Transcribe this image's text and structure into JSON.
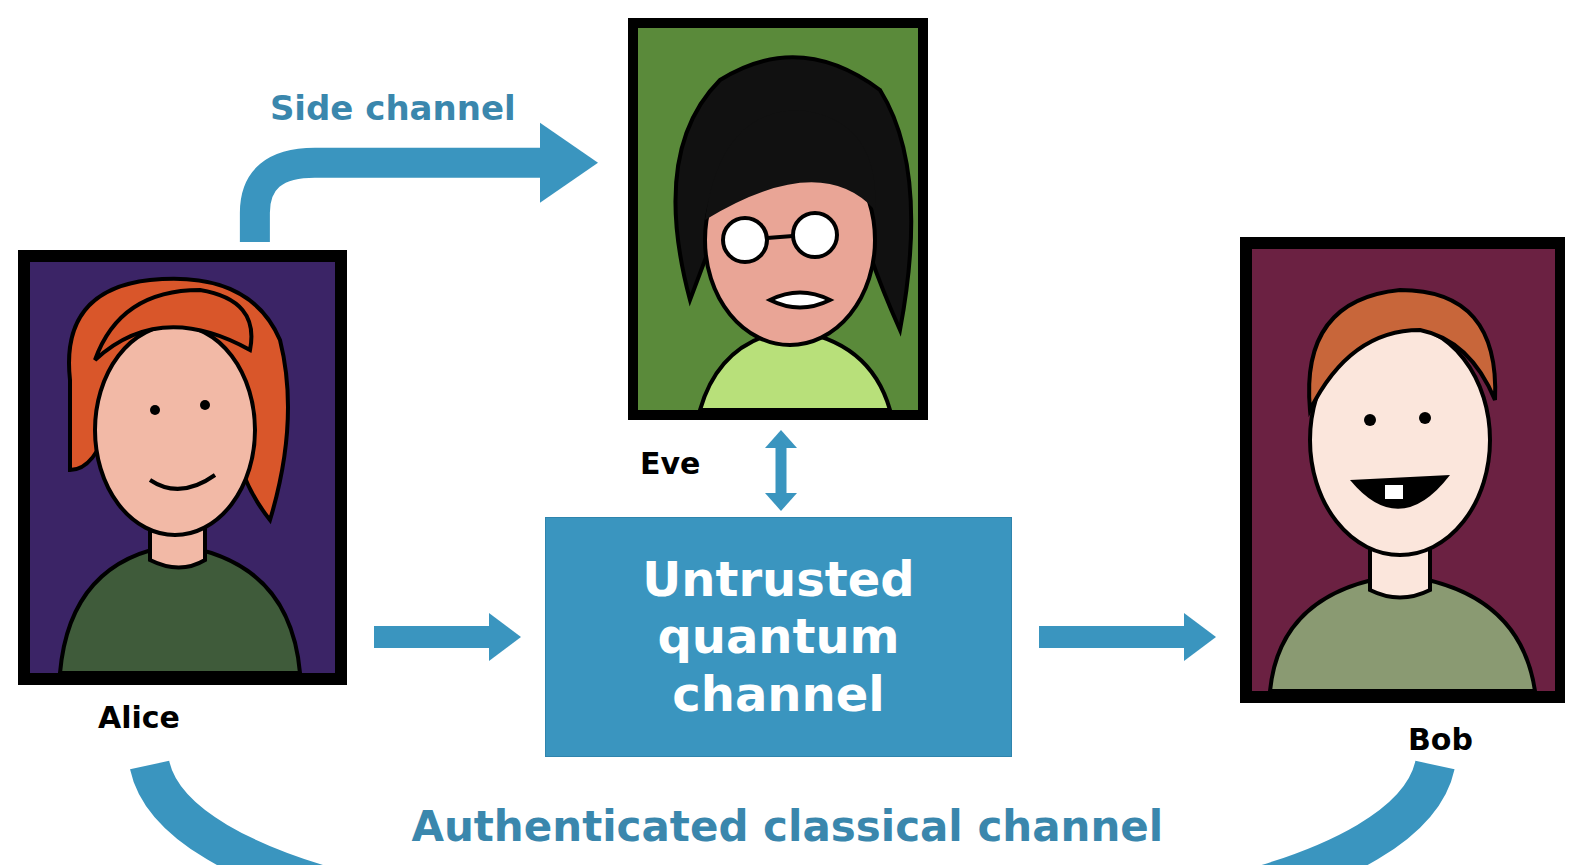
{
  "diagram": {
    "nodes": [
      {
        "text": [
          "Alice"
        ]
      },
      {
        "text": [
          "Eve"
        ]
      },
      {
        "text": [
          "Untrusted quantum channel"
        ]
      },
      {
        "text": [
          "Bob"
        ]
      }
    ],
    "edges": [
      {
        "from": 0,
        "to": 1,
        "label": "Side channel",
        "arrow": "to"
      },
      {
        "from": 1,
        "to": 2,
        "arrow": "both"
      },
      {
        "from": 0,
        "to": 2,
        "arrow": "to"
      },
      {
        "from": 2,
        "to": 3,
        "arrow": "to"
      },
      {
        "from": 0,
        "to": 3,
        "label": "Authenticated classical channel",
        "arrow": "none"
      }
    ]
  }
}
